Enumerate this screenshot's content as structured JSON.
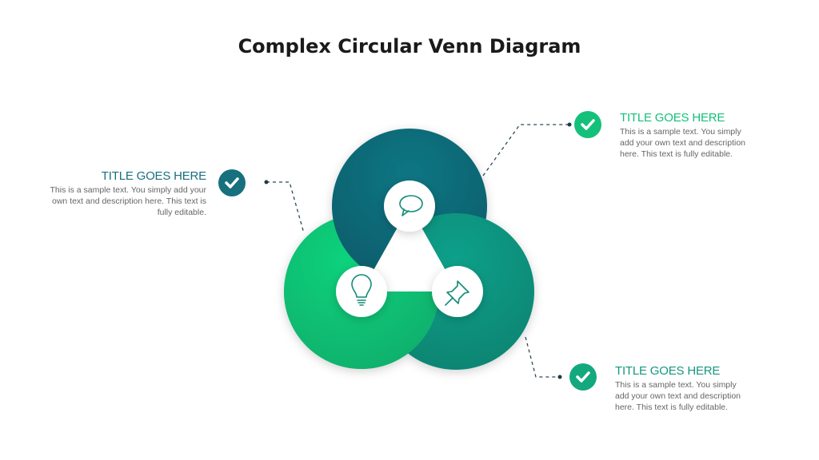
{
  "title": "Complex Circular Venn Diagram",
  "blocks": [
    {
      "title": "TITLE GOES HERE",
      "text": "This is a sample text. You simply add your own text and description here. This text is fully editable."
    },
    {
      "title": "TITLE GOES HERE",
      "text": "This is a sample text. You simply add your own text and description here. This text is fully editable."
    },
    {
      "title": "TITLE GOES HERE",
      "text": "This is a sample text. You simply add your own text and description here. This text is fully editable."
    }
  ],
  "colors": {
    "top": "#0b6c7a",
    "left": "#12c374",
    "right": "#0f9580"
  },
  "icons": [
    "speech-bubble-icon",
    "lightbulb-icon",
    "pushpin-icon",
    "checkmark-icon"
  ]
}
